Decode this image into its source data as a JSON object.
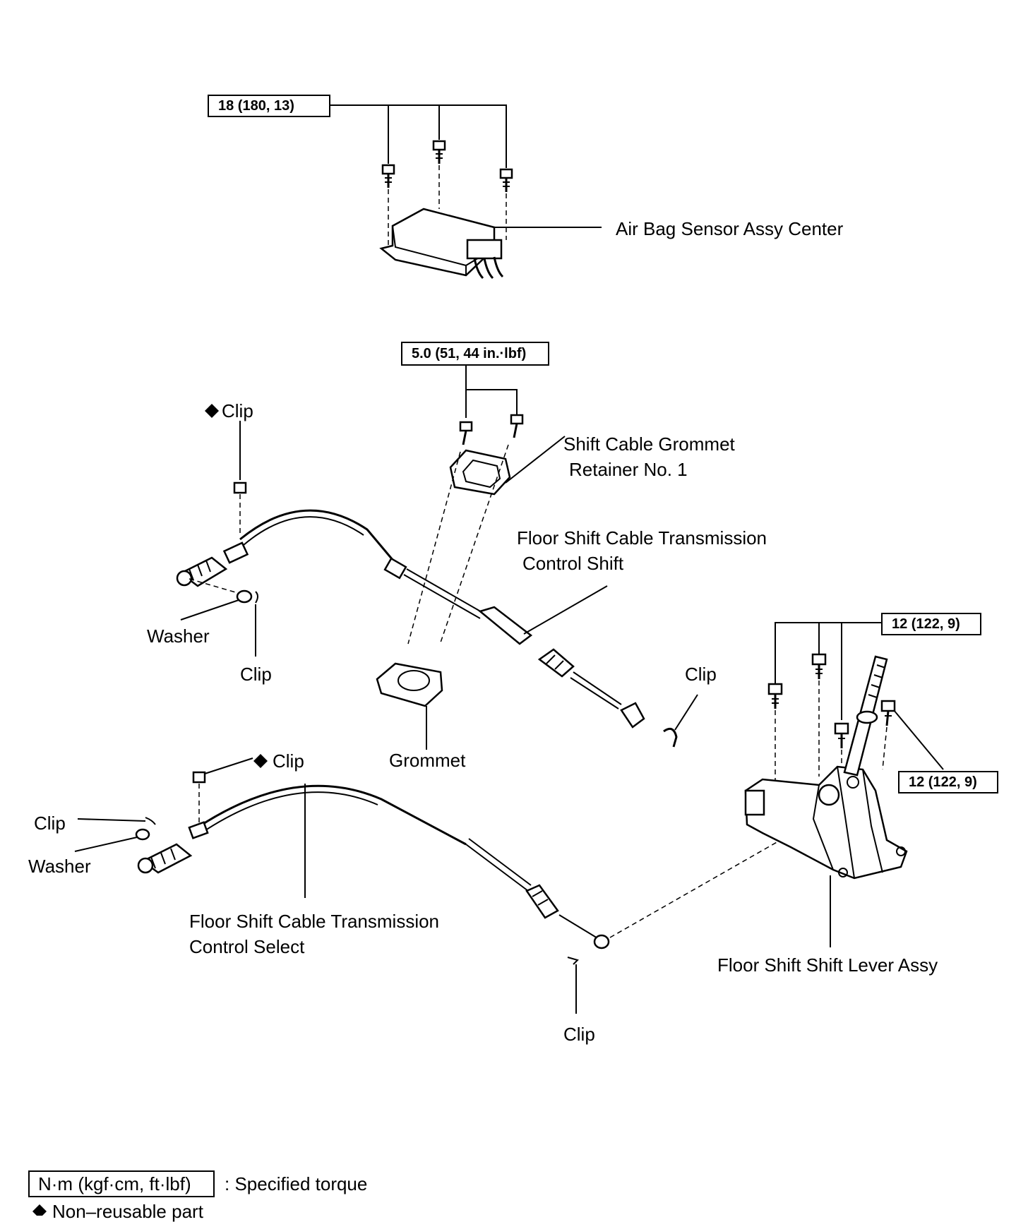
{
  "torque": {
    "airbag": "18 (180, 13)",
    "retainer": "5.0 (51, 44 in.·lbf)",
    "lever_top": "12 (122, 9)",
    "lever_side": "12 (122, 9)"
  },
  "labels": {
    "airbag_sensor": "Air Bag Sensor Assy Center",
    "clip_top_nonreusable": "Clip",
    "retainer_line1": "Shift Cable Grommet",
    "retainer_line2": "Retainer No. 1",
    "shift_cable_line1": "Floor Shift Cable Transmission",
    "shift_cable_line2": "Control Shift",
    "washer_upper": "Washer",
    "clip_upper": "Clip",
    "clip_right_upper": "Clip",
    "grommet": "Grommet",
    "clip_mid_nonreusable": "Clip",
    "clip_left_lower": "Clip",
    "washer_lower": "Washer",
    "select_cable_line1": "Floor Shift Cable Transmission",
    "select_cable_line2": "Control Select",
    "clip_bottom": "Clip",
    "lever_assy": "Floor Shift Shift Lever Assy"
  },
  "legend": {
    "torque_unit": "N·m (kgf·cm, ft·lbf)",
    "torque_desc": ": Specified torque",
    "nonreusable": "Non–reusable part"
  },
  "symbols": {
    "nonreusable_icon": "black-diamond-icon"
  }
}
